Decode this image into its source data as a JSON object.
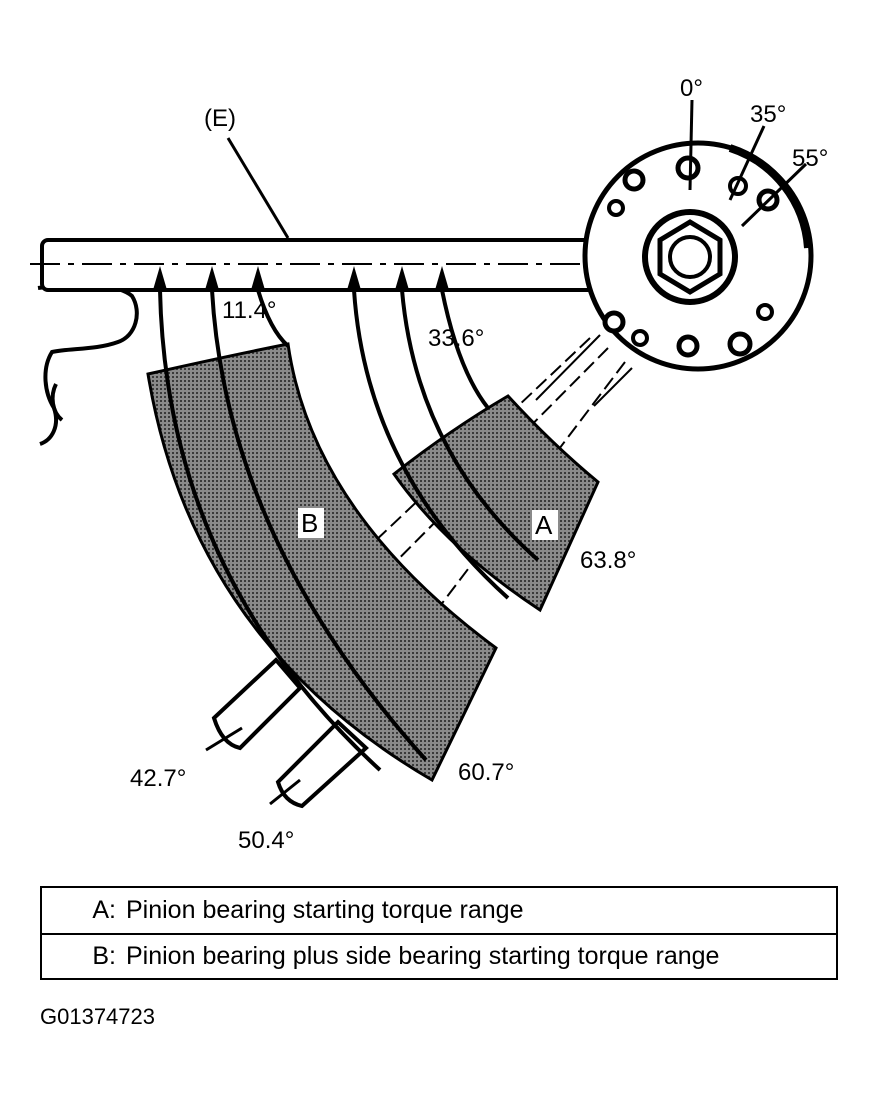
{
  "diagram": {
    "bar_label": "(E)",
    "flange_angles": [
      "0°",
      "35°",
      "55°"
    ],
    "reading_angles": {
      "a11": "11.4°",
      "a33": "33.6°",
      "a63": "63.8°",
      "a42": "42.7°",
      "a60": "60.7°",
      "a50": "50.4°"
    },
    "zone_labels": {
      "a": "A",
      "b": "B"
    }
  },
  "legend": [
    {
      "key": "A:",
      "text": "Pinion bearing starting torque range"
    },
    {
      "key": "B:",
      "text": "Pinion bearing plus side bearing starting torque range"
    }
  ],
  "figure_id": "G01374723"
}
